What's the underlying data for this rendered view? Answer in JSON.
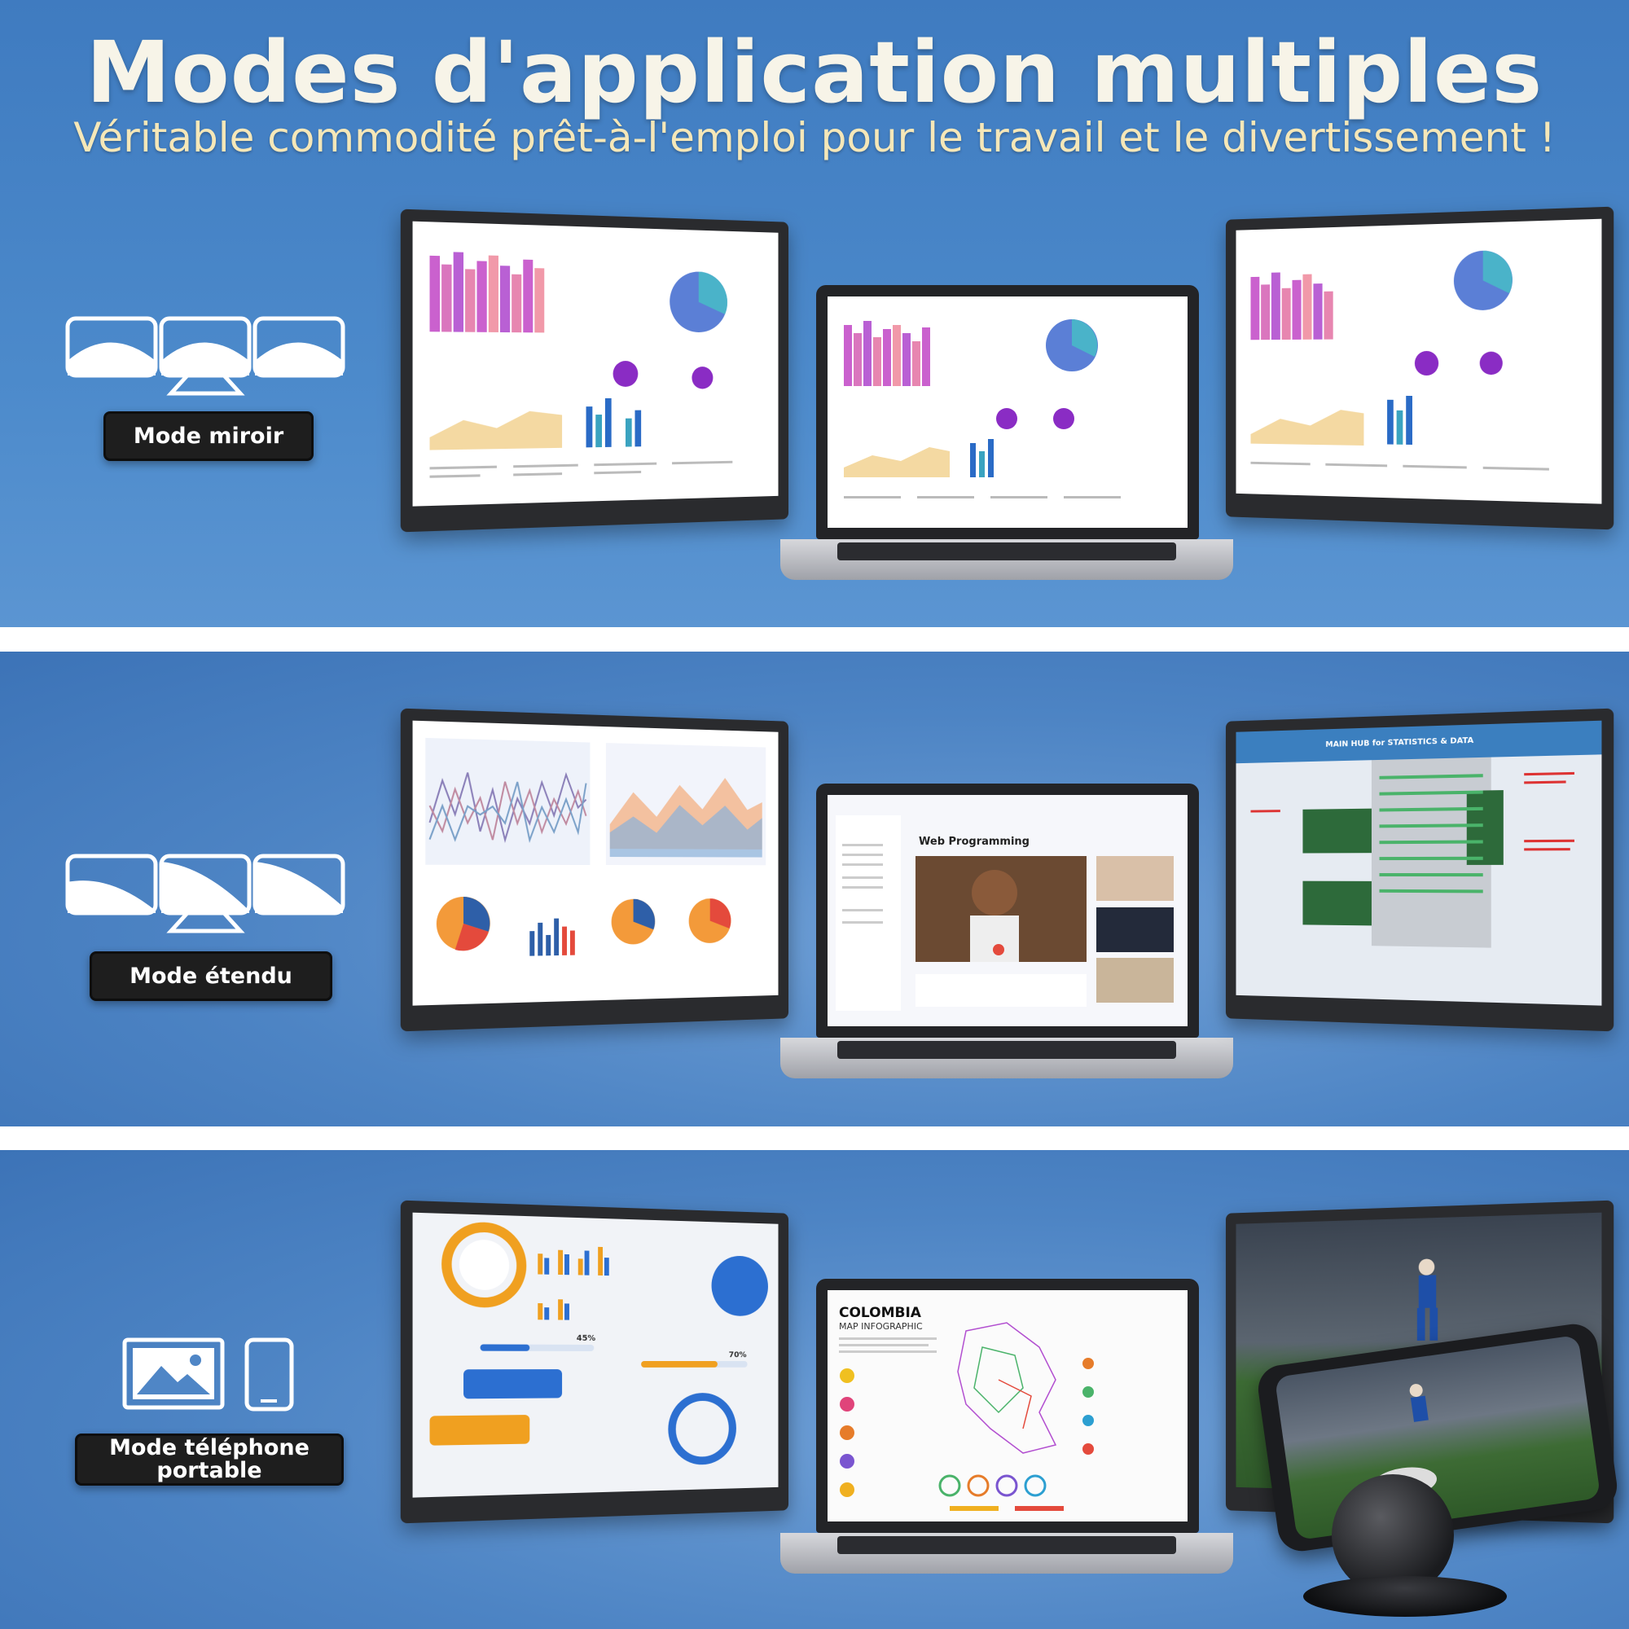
{
  "header": {
    "title": "Modes d'application multiples",
    "subtitle": "Véritable commodité prêt-à-l'emploi pour le travail et le divertissement !"
  },
  "modes": [
    {
      "label": "Mode miroir",
      "icon": "three-screens-mirror-icon"
    },
    {
      "label": "Mode étendu",
      "icon": "three-screens-extended-icon"
    },
    {
      "label_line1": "Mode téléphone",
      "label_line2": "portable",
      "icon": "image-and-phone-icon"
    }
  ],
  "screens": {
    "extended_center": {
      "course_title": "Web Programming"
    },
    "extended_right": {
      "banner": "MAIN HUB for STATISTICS & DATA"
    },
    "phone_center": {
      "title": "COLOMBIA",
      "subtitle": "MAP INFOGRAPHIC"
    },
    "phone_left": {
      "pct_a": "45%",
      "pct_b": "70%"
    }
  },
  "colors": {
    "background": "#4f86c6",
    "title": "#f7f4e8",
    "subtitle": "#f5e7b8",
    "label_bg": "#1e1e1e"
  }
}
